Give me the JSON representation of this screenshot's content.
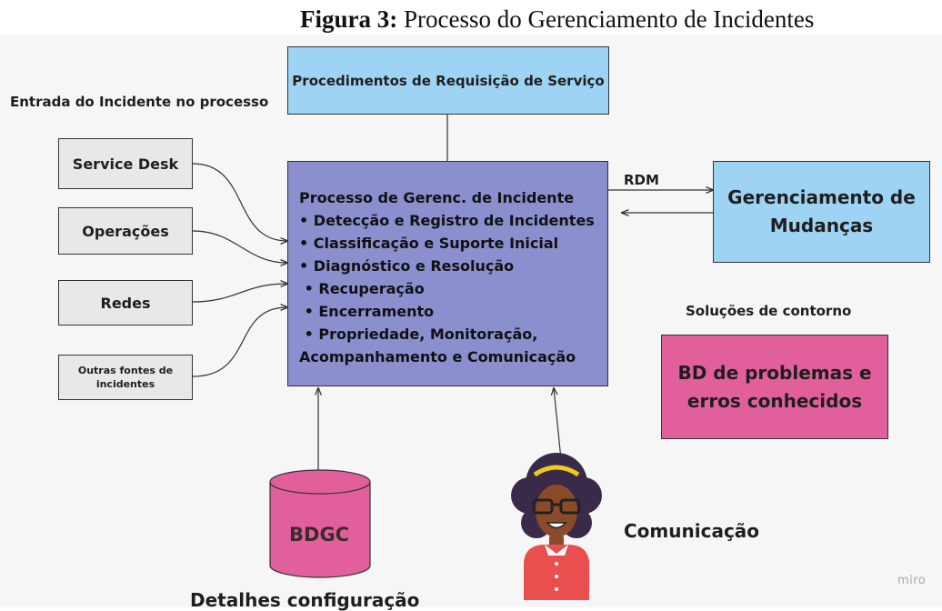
{
  "figure": {
    "title_prefix": "Figura 3:",
    "title_text": " Processo do Gerenciamento de Incidentes"
  },
  "diagram": {
    "request_box": "Procedimentos de Requisição de Serviço",
    "input_label": "Entrada do Incidente no processo",
    "sources": [
      "Service Desk",
      "Operações",
      "Redes",
      "Outras fontes de incidentes"
    ],
    "process": {
      "title": "Processo de Gerenc. de Incidente",
      "items": [
        "• Detecção e Registro de Incidentes",
        "• Classificação e Suporte Inicial",
        "• Diagnóstico e Resolução",
        " • Recuperação",
        " • Encerramento",
        " • Propriedade, Monitoração,",
        "Acompanhamento e Comunicação"
      ]
    },
    "rdm_label": "RDM",
    "change_mgmt": "Gerenciamento de Mudanças",
    "workaround_label": "Soluções de contorno",
    "known_errors_db": "BD de problemas e erros conhecidos",
    "bdgc": "BDGC",
    "bdgc_caption": "Detalhes configuração",
    "communication": "Comunicação",
    "watermark": "miro"
  },
  "colors": {
    "background": "#f6f6f6",
    "source_box": "#e8e8e8",
    "light_blue": "#9fd3f3",
    "process_purple": "#8b8fce",
    "pink": "#e1609b"
  }
}
